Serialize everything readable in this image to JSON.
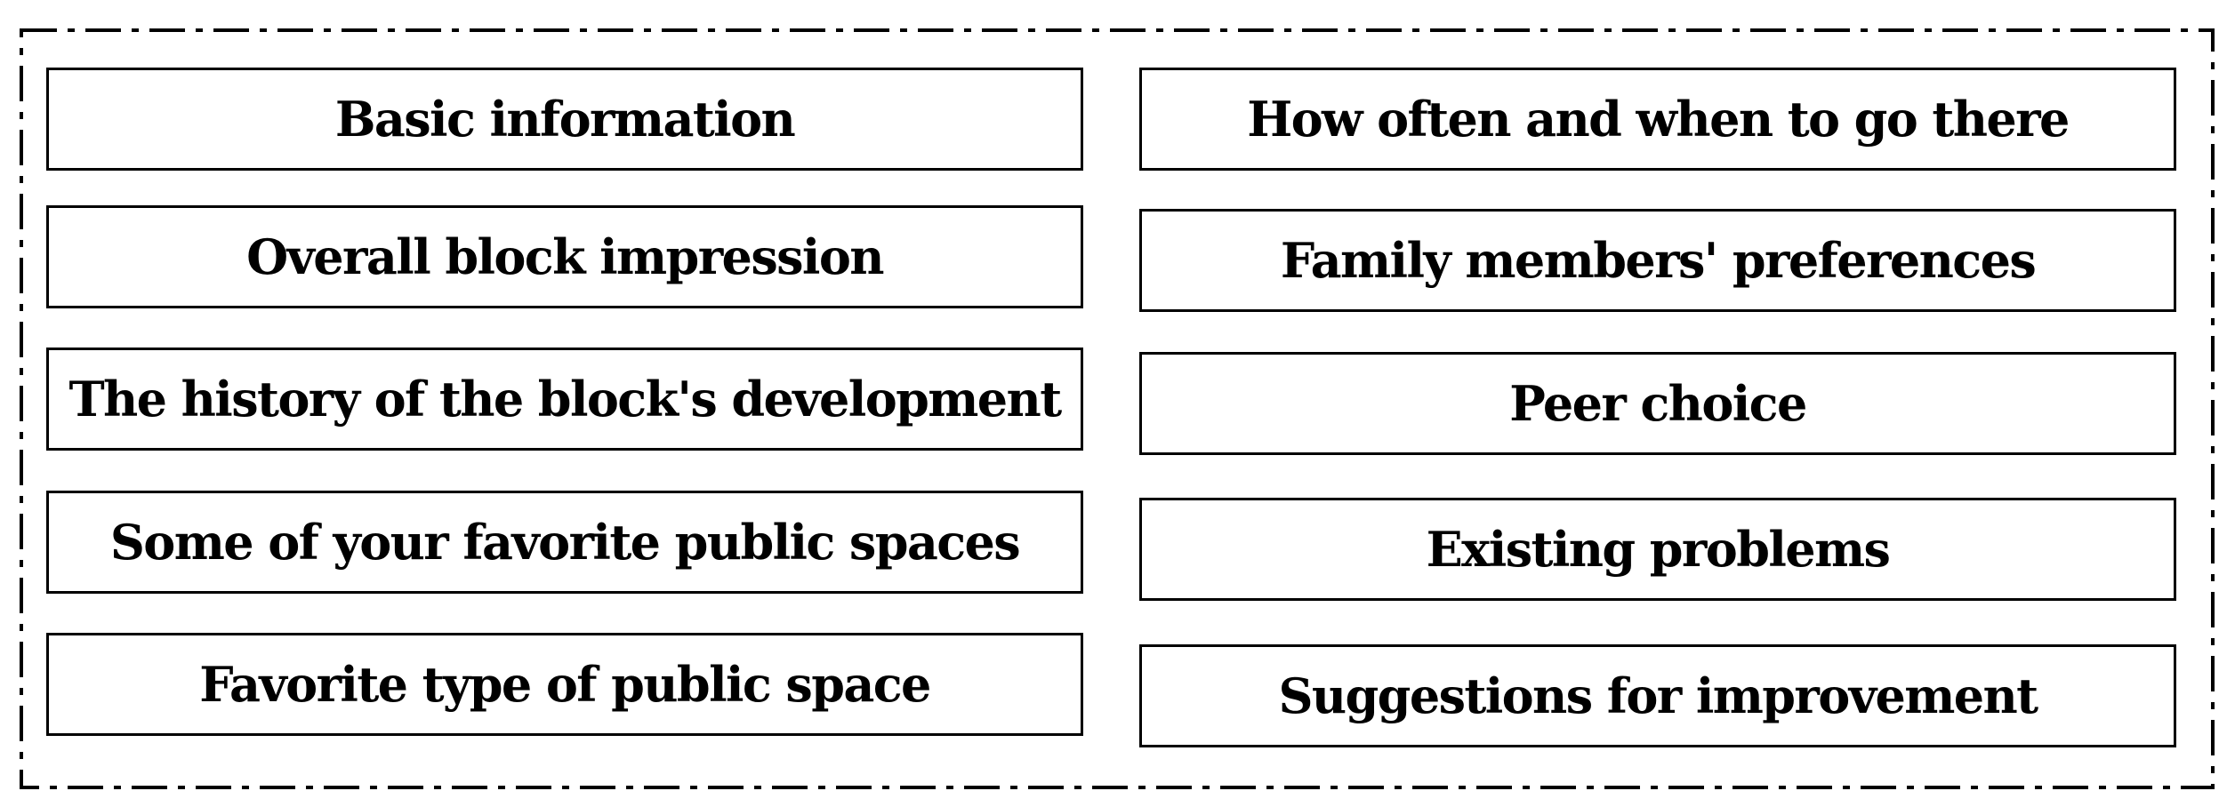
{
  "left_column": [
    "Basic information",
    "Overall block impression",
    "The history of the block's development",
    "Some of your favorite public spaces",
    "Favorite type of public space"
  ],
  "right_column": [
    "How often and when to go there",
    "Family members' preferences",
    "Peer choice",
    "Existing problems",
    "Suggestions for improvement"
  ]
}
